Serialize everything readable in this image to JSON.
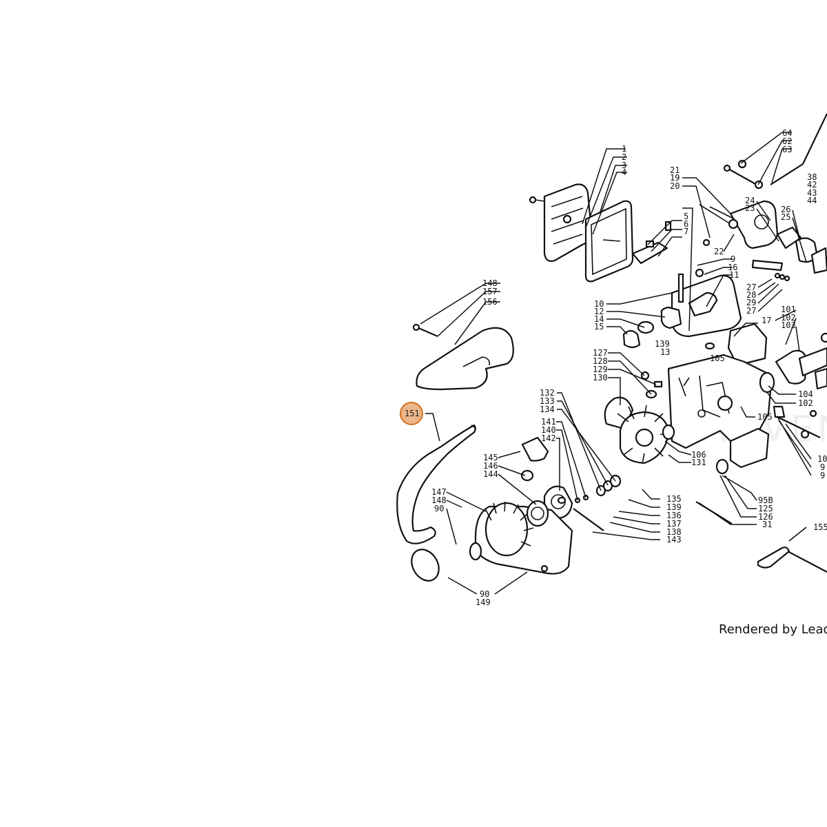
{
  "diagram": {
    "watermark": "LEADVENTURE",
    "selected_callout": "151",
    "credit": "Rendered by LeadV",
    "callouts": [
      "1",
      "2",
      "3",
      "4",
      "5",
      "6",
      "7",
      "9",
      "16",
      "11",
      "10",
      "12",
      "14",
      "15",
      "139",
      "13",
      "17",
      "21",
      "19",
      "20",
      "22",
      "24",
      "23",
      "26",
      "25",
      "27",
      "28",
      "29",
      "27",
      "64",
      "62",
      "63",
      "38",
      "42",
      "43",
      "44",
      "101",
      "102",
      "103",
      "104",
      "102",
      "105",
      "105",
      "10",
      "9",
      "9",
      "106",
      "131",
      "95B",
      "125",
      "126",
      "31",
      "155",
      "127",
      "128",
      "129",
      "130",
      "132",
      "133",
      "134",
      "141",
      "140",
      "142",
      "145",
      "146",
      "144",
      "147",
      "148",
      "90",
      "135",
      "139",
      "136",
      "137",
      "138",
      "143",
      "148",
      "157",
      "156",
      "90",
      "149"
    ]
  }
}
